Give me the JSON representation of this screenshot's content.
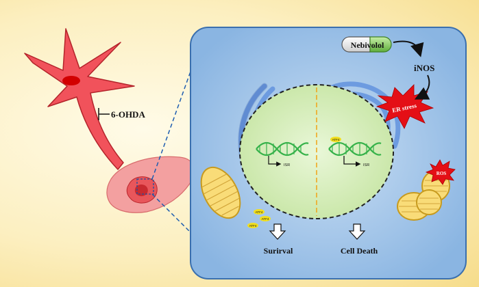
{
  "labels": {
    "neurotoxin": "6-OHDA",
    "drug": "Nebivolol",
    "enzyme": "iNOS",
    "er_stress": "ER stress",
    "ros": "ROS",
    "isr_left": "ISR",
    "isr_right": "ISR",
    "atf4_nucleus": "ATF4",
    "atf4_a": "ATF4",
    "atf4_b": "ATF4",
    "atf4_c": "ATF4",
    "outcome_left": "Surirval",
    "outcome_right": "Cell Death"
  },
  "colors": {
    "neuron": "#f1525b",
    "neuron_outline": "#b3232a",
    "nucleus_dot": "#d20000",
    "tissue": "#f3a0a0",
    "cell_bg": "#9cc3ea",
    "cell_border": "#3a6fae",
    "nucleus": "#d6eebd",
    "er": "#6d9be0",
    "dna": "#36b24a",
    "mito": "#f9dc78",
    "burst": "#e40f16",
    "pill_green": "#8ccf6a",
    "atf4_badge": "#f2df1f"
  }
}
